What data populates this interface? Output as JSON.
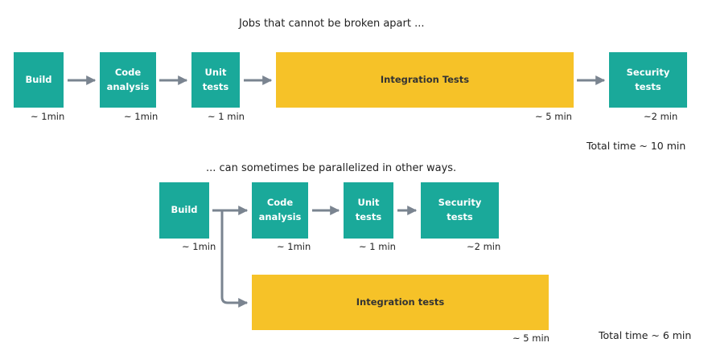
{
  "top": {
    "caption": "Jobs that cannot be broken apart ...",
    "build": {
      "label": "Build",
      "time": "~ 1min"
    },
    "code_analysis": {
      "label_line1": "Code",
      "label_line2": "analysis",
      "time": "~ 1min"
    },
    "unit_tests": {
      "label_line1": "Unit",
      "label_line2": "tests",
      "time": "~ 1 min"
    },
    "integration_tests": {
      "label": "Integration Tests",
      "time": "~ 5 min"
    },
    "security_tests": {
      "label": "Security tests",
      "time": "~2 min"
    },
    "total": "Total time ~ 10 min"
  },
  "bottom": {
    "caption": "... can sometimes be parallelized in other ways.",
    "build": {
      "label": "Build",
      "time": "~ 1min"
    },
    "code_analysis": {
      "label_line1": "Code",
      "label_line2": "analysis",
      "time": "~ 1min"
    },
    "unit_tests": {
      "label_line1": "Unit",
      "label_line2": "tests",
      "time": "~ 1 min"
    },
    "security_tests": {
      "label": "Security tests",
      "time": "~2 min"
    },
    "integration_tests": {
      "label": "Integration tests",
      "time": "~ 5 min"
    },
    "total": "Total time ~ 6 min"
  },
  "colors": {
    "stage": "#1aa99a",
    "long_stage": "#f6c228",
    "arrow": "#7a8490"
  }
}
